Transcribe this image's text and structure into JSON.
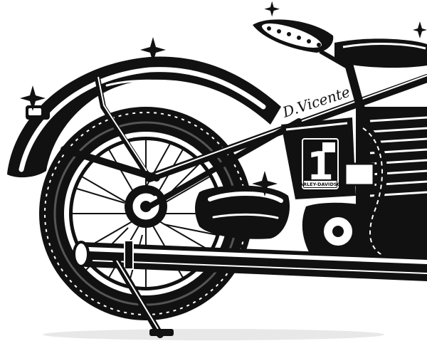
{
  "artwork": {
    "signature": "D.Vicente",
    "tank_logo": {
      "number": "1",
      "brand": "HARLEY-DAVIDSON"
    },
    "colors": {
      "ink": "#111111",
      "paper": "#ffffff",
      "highlight": "#eeeeee"
    }
  }
}
